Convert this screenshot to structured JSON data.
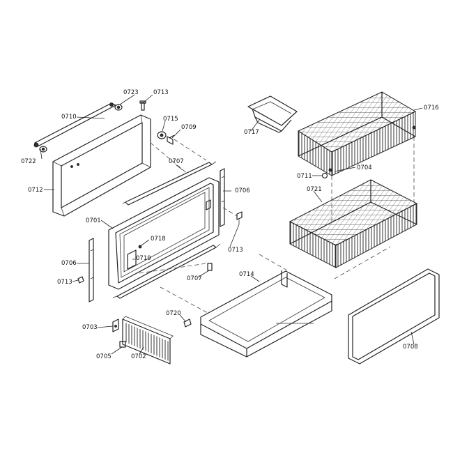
{
  "diagram": {
    "labels": [
      {
        "id": "l0723",
        "text": "0723"
      },
      {
        "id": "l0713a",
        "text": "0713"
      },
      {
        "id": "l0710",
        "text": "0710"
      },
      {
        "id": "l0715",
        "text": "0715"
      },
      {
        "id": "l0709",
        "text": "0709"
      },
      {
        "id": "l0722",
        "text": "0722"
      },
      {
        "id": "l0707a",
        "text": "0707"
      },
      {
        "id": "l0712",
        "text": "0712"
      },
      {
        "id": "l0706a",
        "text": "0706"
      },
      {
        "id": "l0701",
        "text": "0701"
      },
      {
        "id": "l0718",
        "text": "0718"
      },
      {
        "id": "l0719",
        "text": "0719"
      },
      {
        "id": "l0713b",
        "text": "0713"
      },
      {
        "id": "l0706b",
        "text": "0706"
      },
      {
        "id": "l0713c",
        "text": "0713"
      },
      {
        "id": "l0707b",
        "text": "0707"
      },
      {
        "id": "l0714",
        "text": "0714"
      },
      {
        "id": "l0720",
        "text": "0720"
      },
      {
        "id": "l0703",
        "text": "0703"
      },
      {
        "id": "l0705",
        "text": "0705"
      },
      {
        "id": "l0702",
        "text": "0702"
      },
      {
        "id": "l0717",
        "text": "0717"
      },
      {
        "id": "l0716",
        "text": "0716"
      },
      {
        "id": "l0711",
        "text": "0711"
      },
      {
        "id": "l0704",
        "text": "0704"
      },
      {
        "id": "l0721",
        "text": "0721"
      },
      {
        "id": "l0708",
        "text": "0708"
      }
    ]
  }
}
